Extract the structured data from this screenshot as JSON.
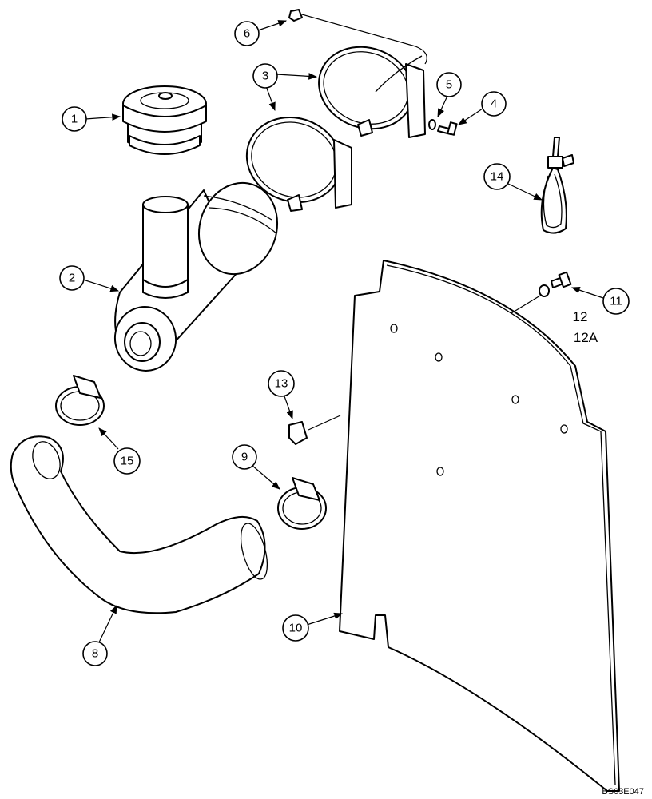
{
  "callouts": {
    "c1": "1",
    "c2": "2",
    "c3": "3",
    "c4": "4",
    "c5": "5",
    "c6": "6",
    "c8": "8",
    "c9": "9",
    "c10": "10",
    "c11": "11",
    "c13": "13",
    "c14": "14",
    "c15": "15"
  },
  "plain_labels": {
    "l12": "12",
    "l12a": "12A"
  },
  "drawing_code": "BS03E047"
}
